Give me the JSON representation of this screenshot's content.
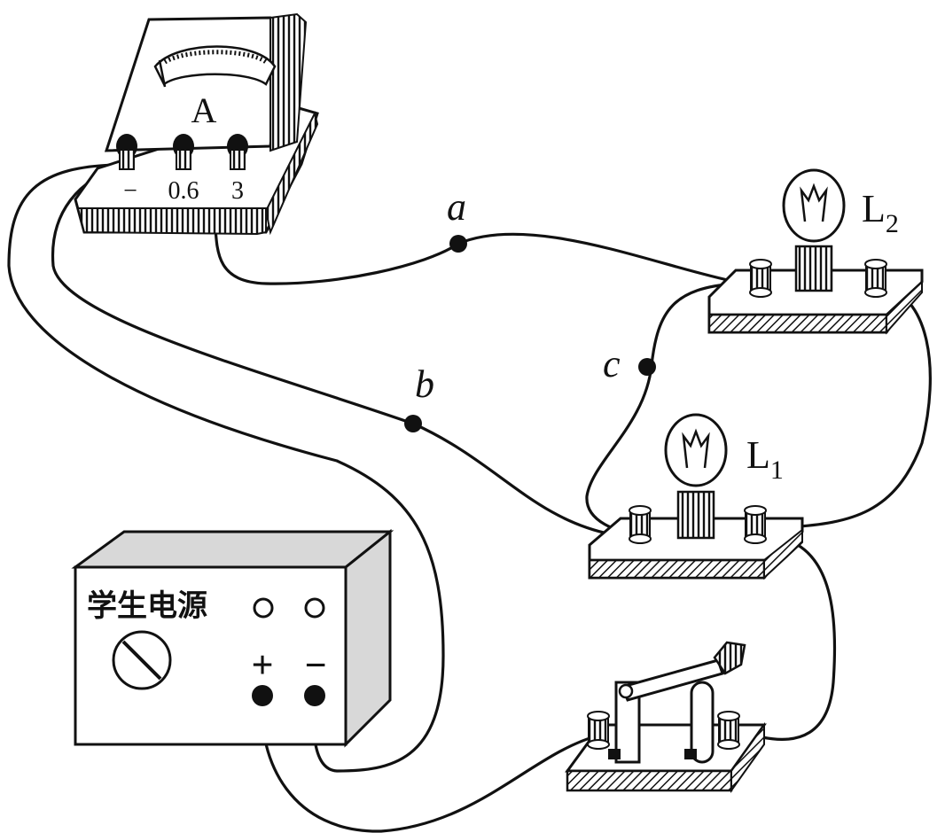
{
  "ammeter": {
    "letter": "A",
    "terminals": {
      "minus": "−",
      "mid": "0.6",
      "max": "3"
    }
  },
  "points": {
    "a": "a",
    "b": "b",
    "c": "c"
  },
  "lamps": {
    "l2": {
      "letter": "L",
      "sub": "2"
    },
    "l1": {
      "letter": "L",
      "sub": "1"
    }
  },
  "power_supply": {
    "label": "学生电源",
    "plus": "+",
    "minus": "−"
  },
  "colors": {
    "ink": "#111111",
    "panel": "#d8d8d8",
    "paper": "#ffffff"
  }
}
